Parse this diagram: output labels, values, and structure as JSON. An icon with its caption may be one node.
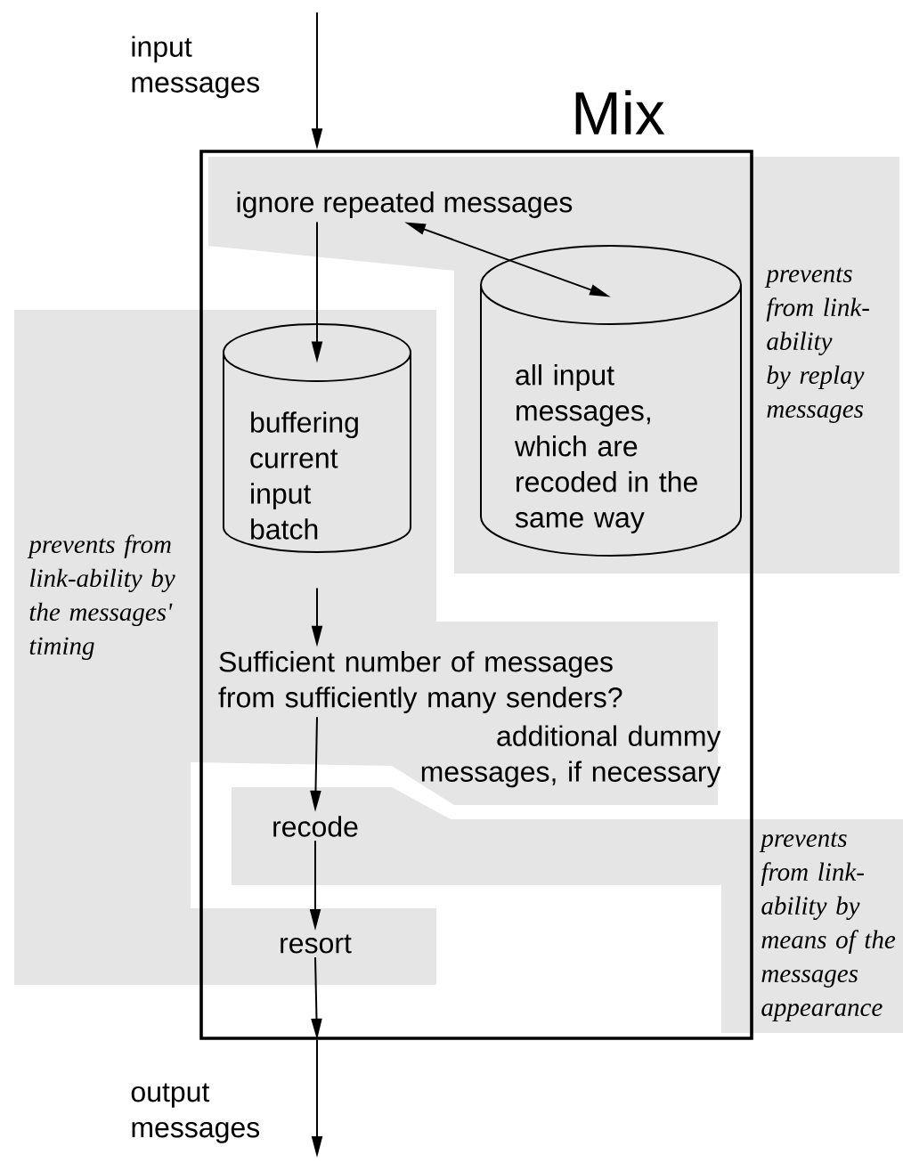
{
  "diagram": {
    "nodes": [
      {
        "text": [
          "Mix"
        ]
      },
      {
        "text": [
          "ignore repeated messages"
        ],
        "in": 0
      },
      {
        "text": [
          "buffering current input batch"
        ],
        "in": 0
      },
      {
        "text": [
          "all input messages, which are recoded in the same way"
        ],
        "in": 0
      },
      {
        "text": [
          "Sufficient number of messages from sufficiently many senders?"
        ],
        "in": 0
      },
      {
        "text": [
          "recode"
        ],
        "in": 0
      },
      {
        "text": [
          "resort"
        ],
        "in": 0
      }
    ],
    "edges": [
      {
        "from": null,
        "to": 0,
        "arrow": "to",
        "label": "input messages"
      },
      {
        "from": 1,
        "to": 2,
        "arrow": "to"
      },
      {
        "from": 1,
        "to": 3,
        "arrow": "both"
      },
      {
        "from": 2,
        "to": 4,
        "arrow": "to"
      },
      {
        "from": 4,
        "to": 5,
        "arrow": "to",
        "label": "additional dummy messages, if necessary"
      },
      {
        "from": 5,
        "to": 6,
        "arrow": "to"
      },
      {
        "from": 6,
        "to": 0,
        "arrow": "to"
      },
      {
        "from": 0,
        "to": null,
        "arrow": "to",
        "label": "output messages"
      }
    ],
    "labels": [
      "prevents from link-ability by replay messages",
      "prevents from link-ability by the messages' timing",
      "prevents from link-ability by means of the messages appearance"
    ]
  }
}
